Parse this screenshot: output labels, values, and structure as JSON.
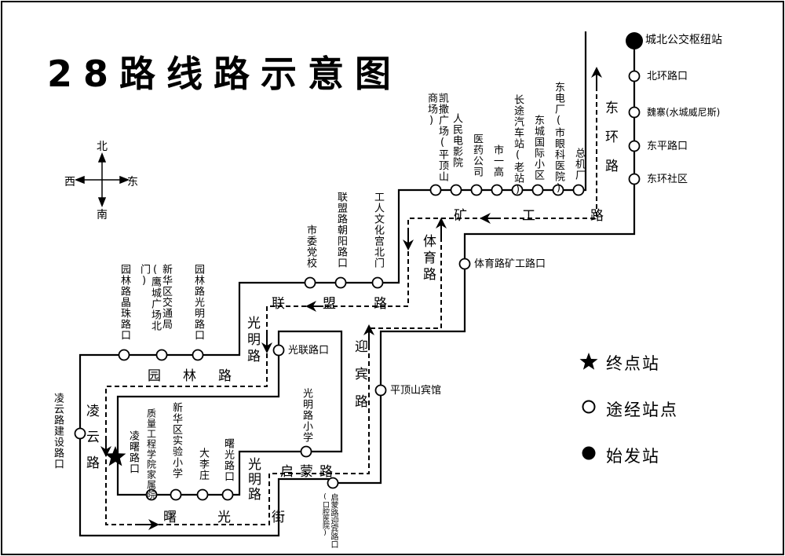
{
  "title": "28路线路示意图",
  "compass": {
    "north": "北",
    "south": "南",
    "east": "东",
    "west": "西"
  },
  "legend": {
    "terminal": {
      "symbol": "★",
      "label": "终点站"
    },
    "via": {
      "symbol": "○",
      "label": "途经站点"
    },
    "origin": {
      "symbol": "●",
      "label": "始发站"
    }
  },
  "stations": {
    "s01": "城北公交枢纽站",
    "s02": "北环路口",
    "s03": "魏寨(水城威尼斯)",
    "s04": "东平路口",
    "s05": "东环社区",
    "s06": "总机厂",
    "s07": "东电厂(市眼科医院)",
    "s08": "东城国际小区",
    "s09": "长途汽车站(老站)",
    "s10": "市一高",
    "s11": "医药公司",
    "s12": "人民电影院",
    "s13": "凯撒广场(平顶山商场)",
    "s14": "工人文化宫北门",
    "s15": "联盟路朝阳路口",
    "s16": "市委党校",
    "s17": "园林路光明路口",
    "s18": "新华区交通局(鹰城广场北门)",
    "s19": "园林路晶珠路口",
    "s20": "光联路口",
    "s21": "凌云路建设路口",
    "s22": "凌曙路口",
    "s23": "质量工程学院家属院",
    "s24": "新华区实验小学",
    "s25": "大李庄",
    "s26": "曙光路口",
    "s27": "光明路小学",
    "s28": "启蒙路迎宾路口",
    "s28_sub": "(口腔医院)",
    "s29": "平顶山宾馆",
    "s30": "体育路矿工路口"
  },
  "roads": {
    "donghuan": "东环路",
    "kuanggong": "矿工路",
    "tiyu": "体育路",
    "lianmeng": "联盟路",
    "guangming_n": "光明路",
    "yuanlin": "园林路",
    "yingbin": "迎宾路",
    "qimeng": "启蒙路",
    "guangming_s": "光明路",
    "lingyun": "凌云路",
    "shuguang": "曙光街"
  }
}
